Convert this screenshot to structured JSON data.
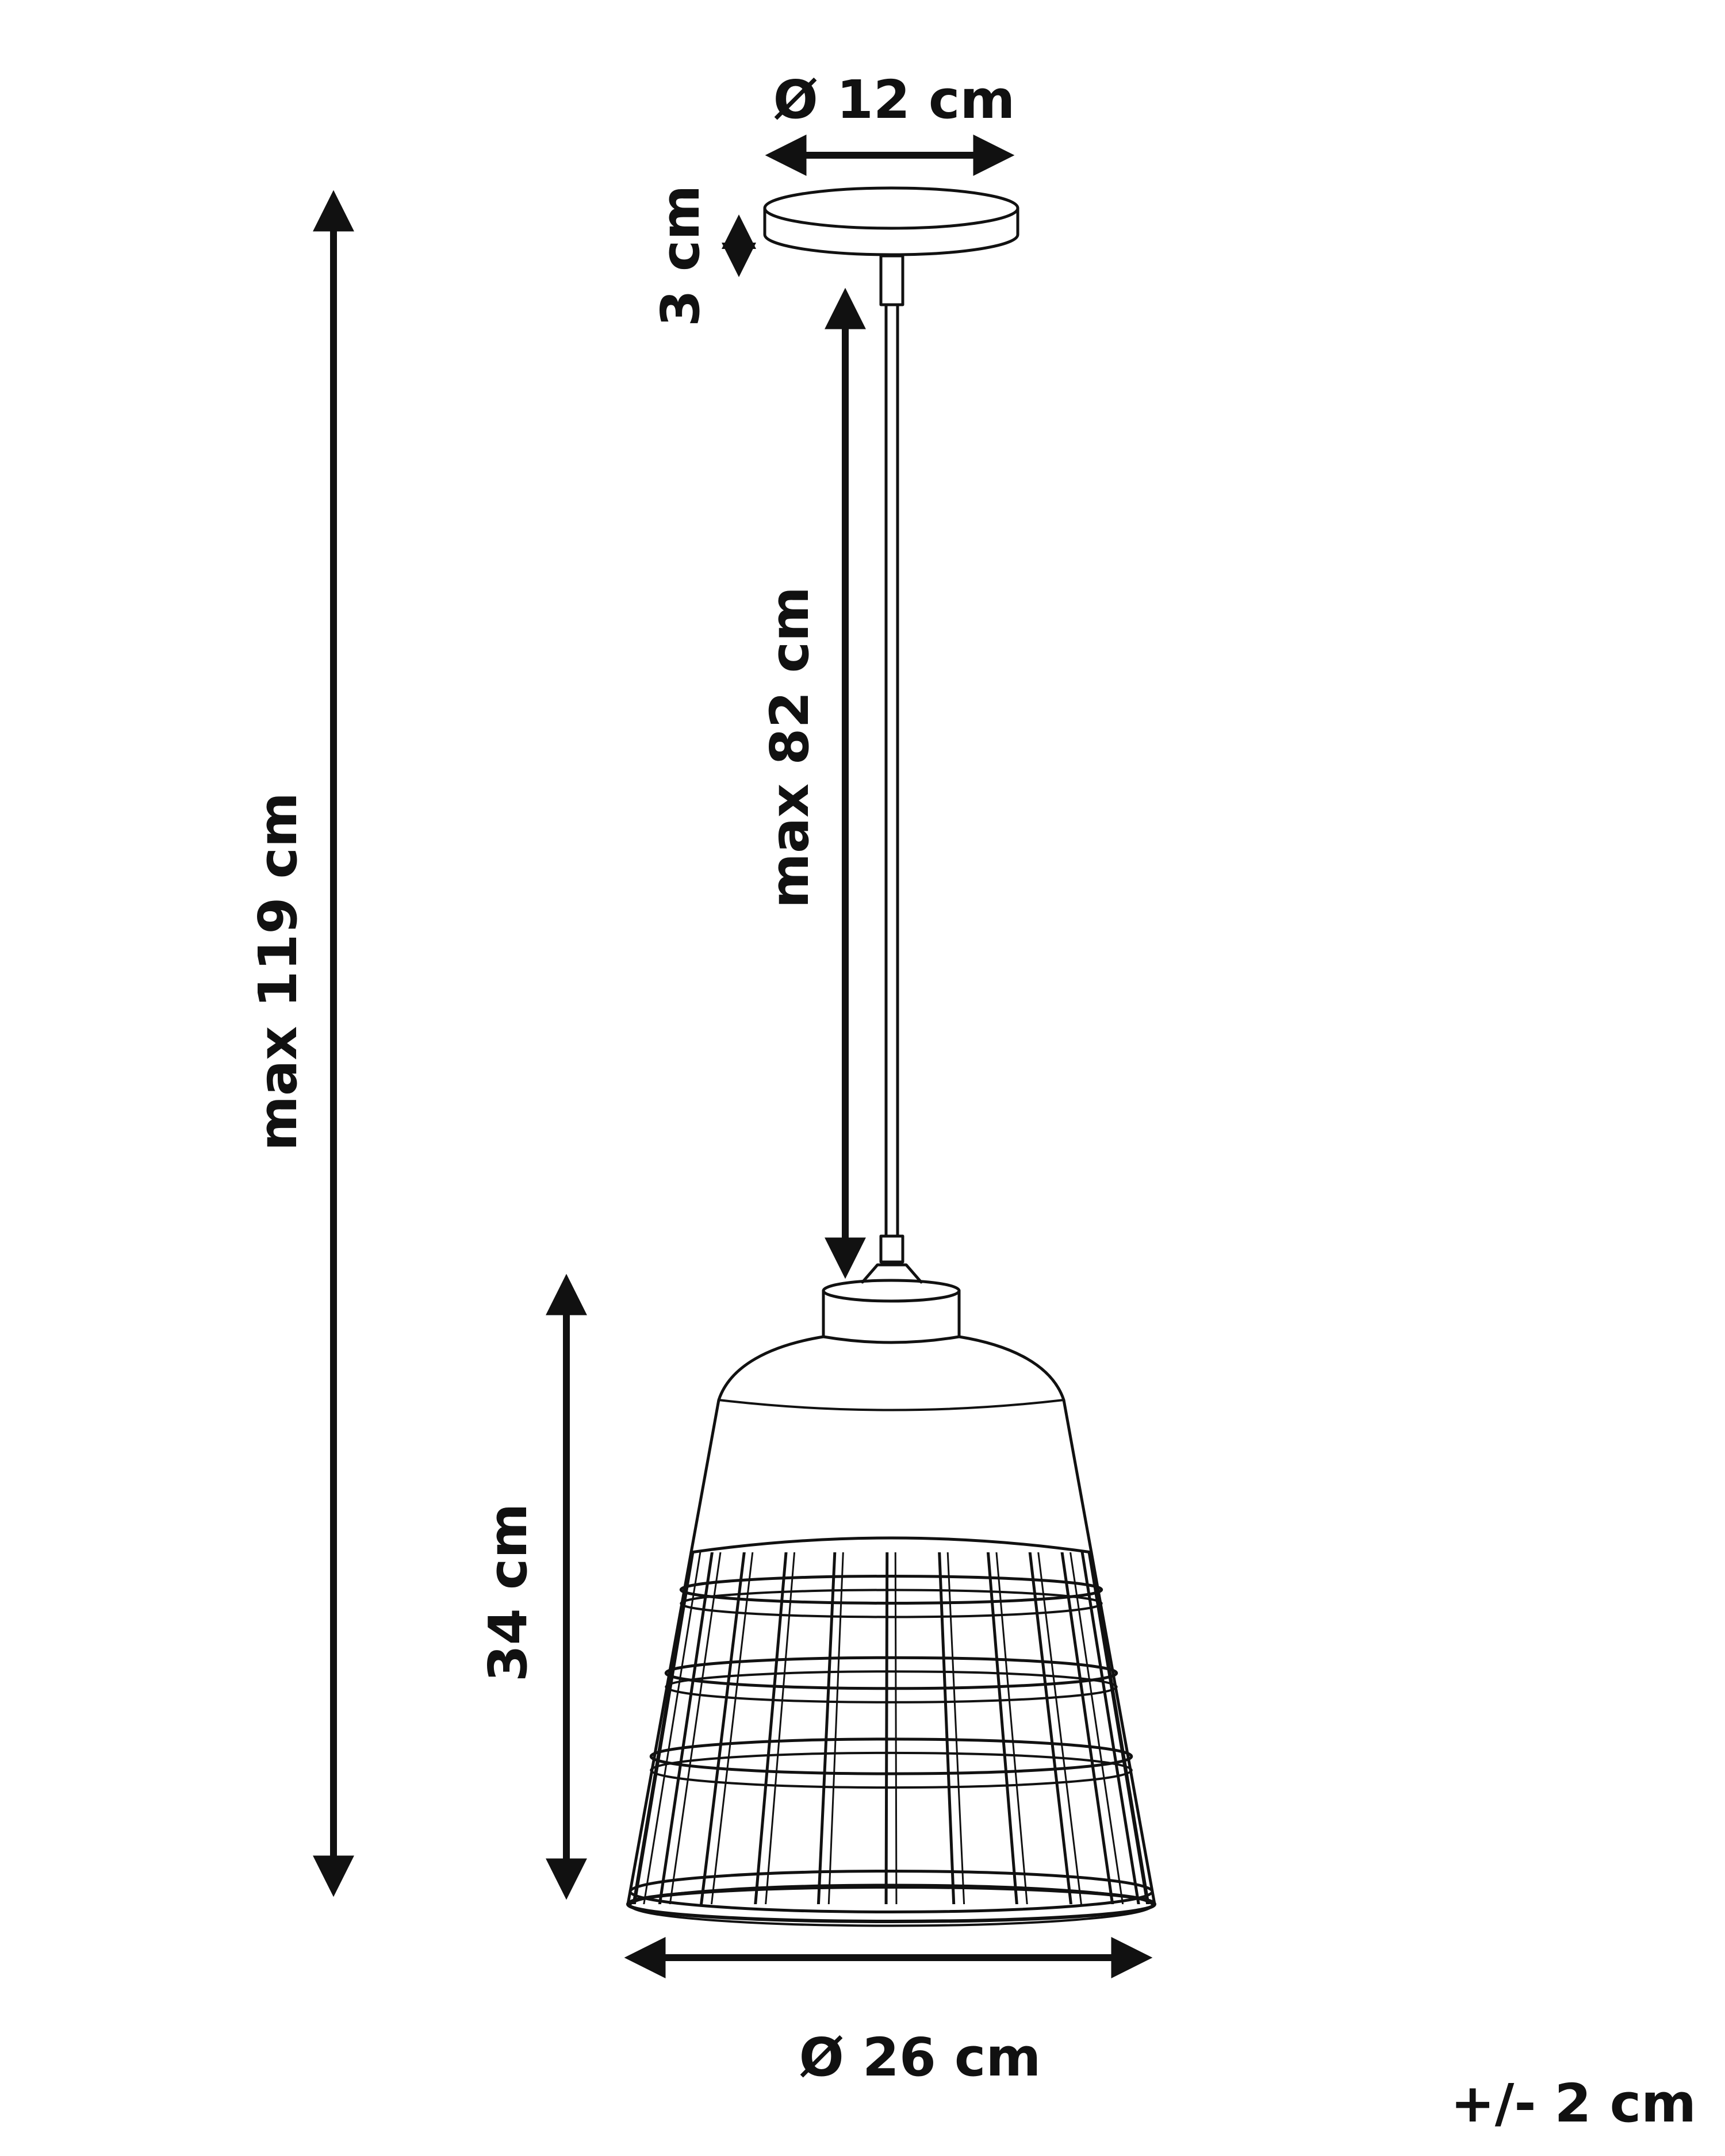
{
  "dimensions": {
    "canopy_diameter": "Ø 12 cm",
    "canopy_height": "3 cm",
    "cord_length": "max 82 cm",
    "total_height": "max 119 cm",
    "shade_height": "34 cm",
    "shade_diameter": "Ø 26 cm",
    "tolerance": "+/- 2 cm"
  },
  "colors": {
    "line": "#111111",
    "background": "#ffffff"
  }
}
